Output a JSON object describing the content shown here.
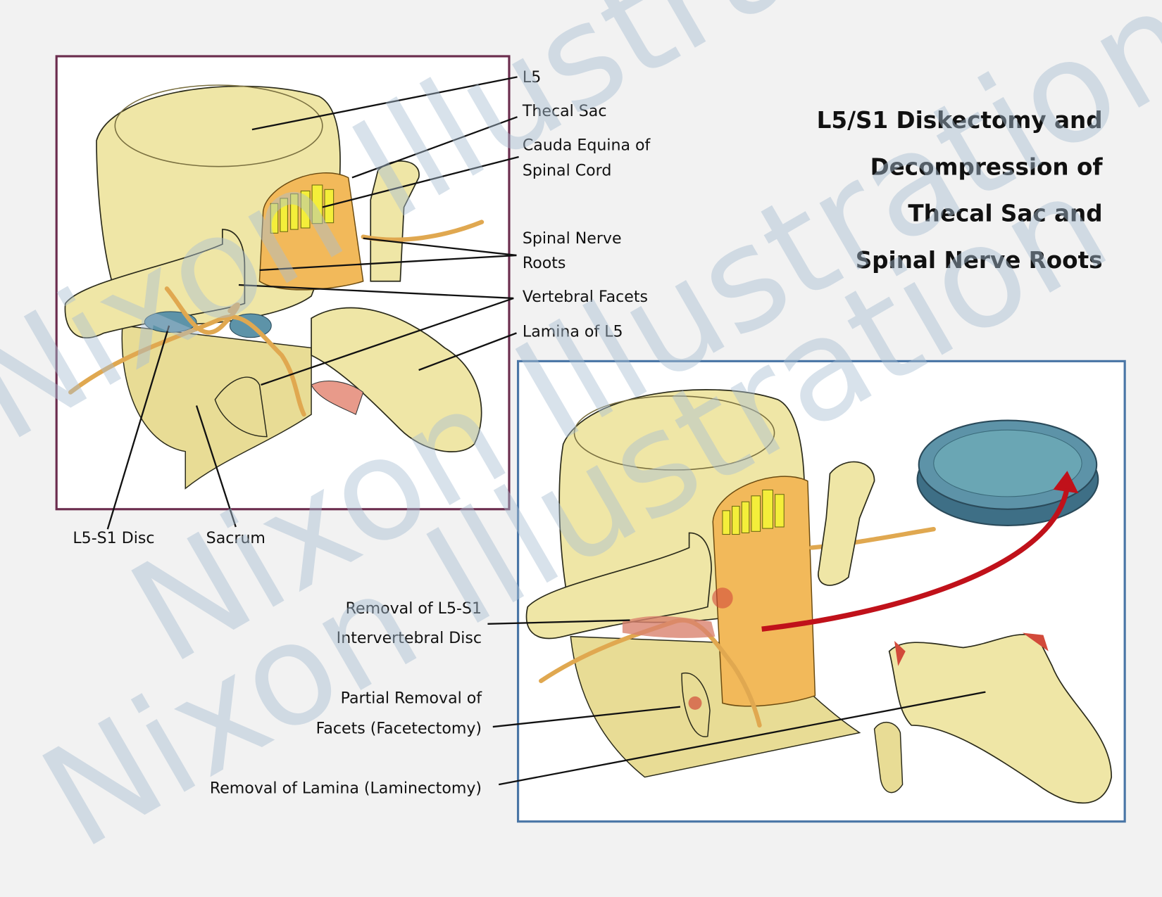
{
  "title_lines": [
    "L5/S1 Diskectomy and",
    "Decompression of",
    "Thecal Sac and",
    "Spinal Nerve Roots"
  ],
  "watermark": "Nixon Illustration",
  "top_panel": {
    "labels": {
      "l5": "L5",
      "thecal_sac": "Thecal Sac",
      "cauda_1": "Cauda Equina of",
      "cauda_2": "Spinal Cord",
      "nerve_1": "Spinal Nerve",
      "nerve_2": "Roots",
      "facets": "Vertebral Facets",
      "lamina": "Lamina of L5",
      "disc": "L5-S1 Disc",
      "sacrum": "Sacrum"
    }
  },
  "bottom_panel": {
    "labels": {
      "disc_1": "Removal of L5-S1",
      "disc_2": "Intervertebral Disc",
      "facet_1": "Partial Removal of",
      "facet_2": "Facets (Facetectomy)",
      "lamina": "Removal of Lamina (Laminectomy)"
    }
  },
  "colors": {
    "top_border": "#6b2d4e",
    "bottom_border": "#4a76a6",
    "arrow": "#c0111a",
    "disc": "#5d93a8"
  }
}
